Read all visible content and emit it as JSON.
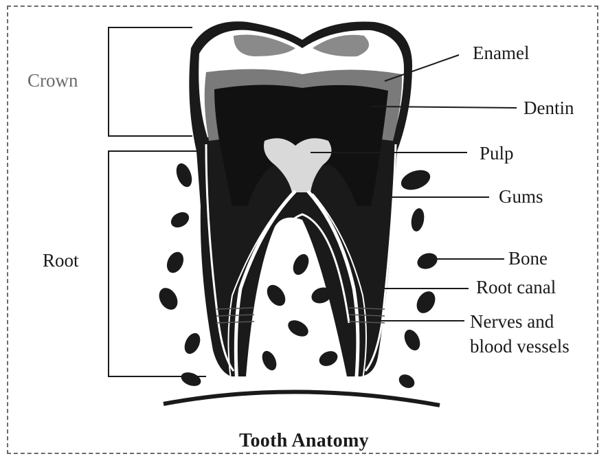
{
  "title": "Tooth Anatomy",
  "regions": {
    "crown": "Crown",
    "root": "Root"
  },
  "labels": {
    "enamel": "Enamel",
    "dentin": "Dentin",
    "pulp": "Pulp",
    "gums": "Gums",
    "bone": "Bone",
    "root_canal": "Root canal",
    "nerves_line1": "Nerves and",
    "nerves_line2": "blood vessels"
  },
  "colors": {
    "ink": "#1a1a1a",
    "enamel_grey": "#7a7a7a",
    "pulp_light": "#d9d9d9"
  }
}
